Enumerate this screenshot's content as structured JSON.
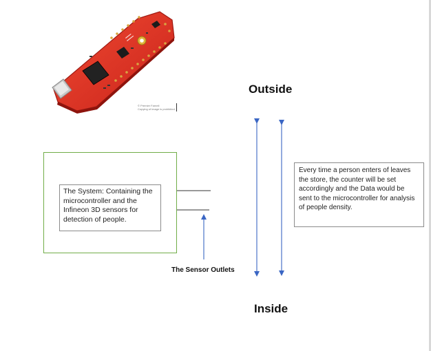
{
  "diagram": {
    "labels": {
      "outside": "Outside",
      "inside": "Inside",
      "sensor_outlets": "The Sensor Outlets"
    },
    "system_box": {
      "text": "The System: Containing the microcontroller and the Infineon 3D sensors for detection of people."
    },
    "info_box": {
      "text": "Every time a person enters of leaves the store, the counter will be set accordingly and the Data would be sent to the microcontroller for analysis of people density."
    },
    "photo_credit": {
      "line1": "© Premier Farnell",
      "line2": "Copying of image is prohibited"
    },
    "colors": {
      "arrow": "#3a66c4",
      "system_border": "#70ad47",
      "board": "#e4301f",
      "text_box_border": "#8a8a8a"
    }
  }
}
